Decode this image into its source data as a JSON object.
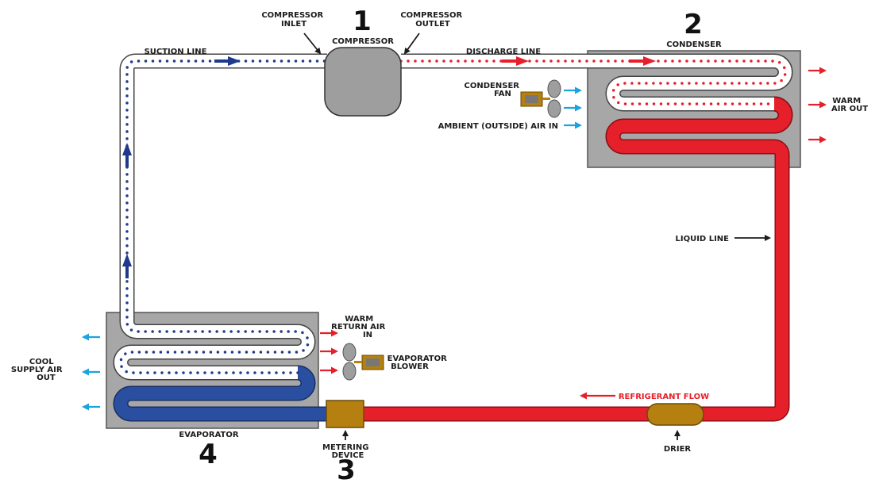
{
  "numbers": {
    "compressor": "1",
    "condenser": "2",
    "metering": "3",
    "evaporator": "4"
  },
  "labels": {
    "compressor_inlet": [
      "COMPRESSOR",
      "INLET"
    ],
    "compressor_outlet": [
      "COMPRESSOR",
      "OUTLET"
    ],
    "compressor": "COMPRESSOR",
    "condenser": "CONDENSER",
    "suction_line": "SUCTION LINE",
    "discharge_line": "DISCHARGE LINE",
    "condenser_fan": [
      "CONDENSER",
      "FAN"
    ],
    "ambient_air_in": "AMBIENT (OUTSIDE) AIR IN",
    "warm_air_out": [
      "WARM",
      "AIR OUT"
    ],
    "liquid_line": "LIQUID LINE",
    "warm_return_air_in": [
      "WARM",
      "RETURN AIR",
      "IN"
    ],
    "evaporator_blower": [
      "EVAPORATOR",
      "BLOWER"
    ],
    "cool_supply_air_out": [
      "COOL",
      "SUPPLY AIR",
      "OUT"
    ],
    "evaporator": "EVAPORATOR",
    "metering_device": [
      "METERING",
      "DEVICE"
    ],
    "refrigerant_flow": "REFRIGERANT FLOW",
    "drier": "DRIER"
  },
  "colors": {
    "hot_refrigerant": "#e5202a",
    "cold_refrigerant": "#2a4fa0",
    "dot_blue": "#1f3a8a",
    "unit_gray": "#a7a7a7",
    "compressor_gray": "#9e9e9e",
    "brass": "#b5800f",
    "air_blue": "#1aa3e0",
    "label": "#1c1c1c"
  }
}
